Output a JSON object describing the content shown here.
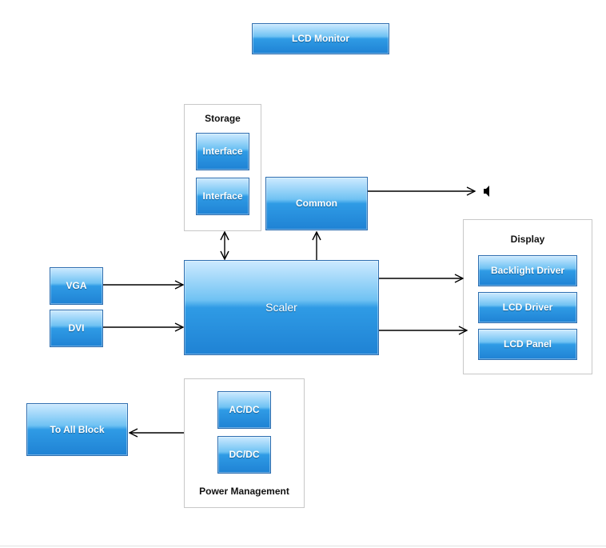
{
  "title": "LCD Monitor",
  "groups": {
    "storage": {
      "label": "Storage"
    },
    "display": {
      "label": "Display"
    },
    "power": {
      "label": "Power Management"
    }
  },
  "blocks": {
    "interface_1": "Interface",
    "interface_2": "Interface",
    "common": "Common",
    "vga": "VGA",
    "dvi": "DVI",
    "scaler": "Scaler",
    "backlight_driver": "Backlight Driver",
    "lcd_driver": "LCD Driver",
    "lcd_panel": "LCD Panel",
    "to_all_block": "To All Block",
    "ac_dc": "AC/DC",
    "dc_dc": "DC/DC"
  },
  "colors": {
    "block_top": "#cdeaff",
    "block_bottom": "#1f82d4",
    "block_border": "#2f6fb0",
    "group_border": "#c8c8c8",
    "wire": "#000000"
  },
  "icons": {
    "speaker": "speaker-icon"
  }
}
